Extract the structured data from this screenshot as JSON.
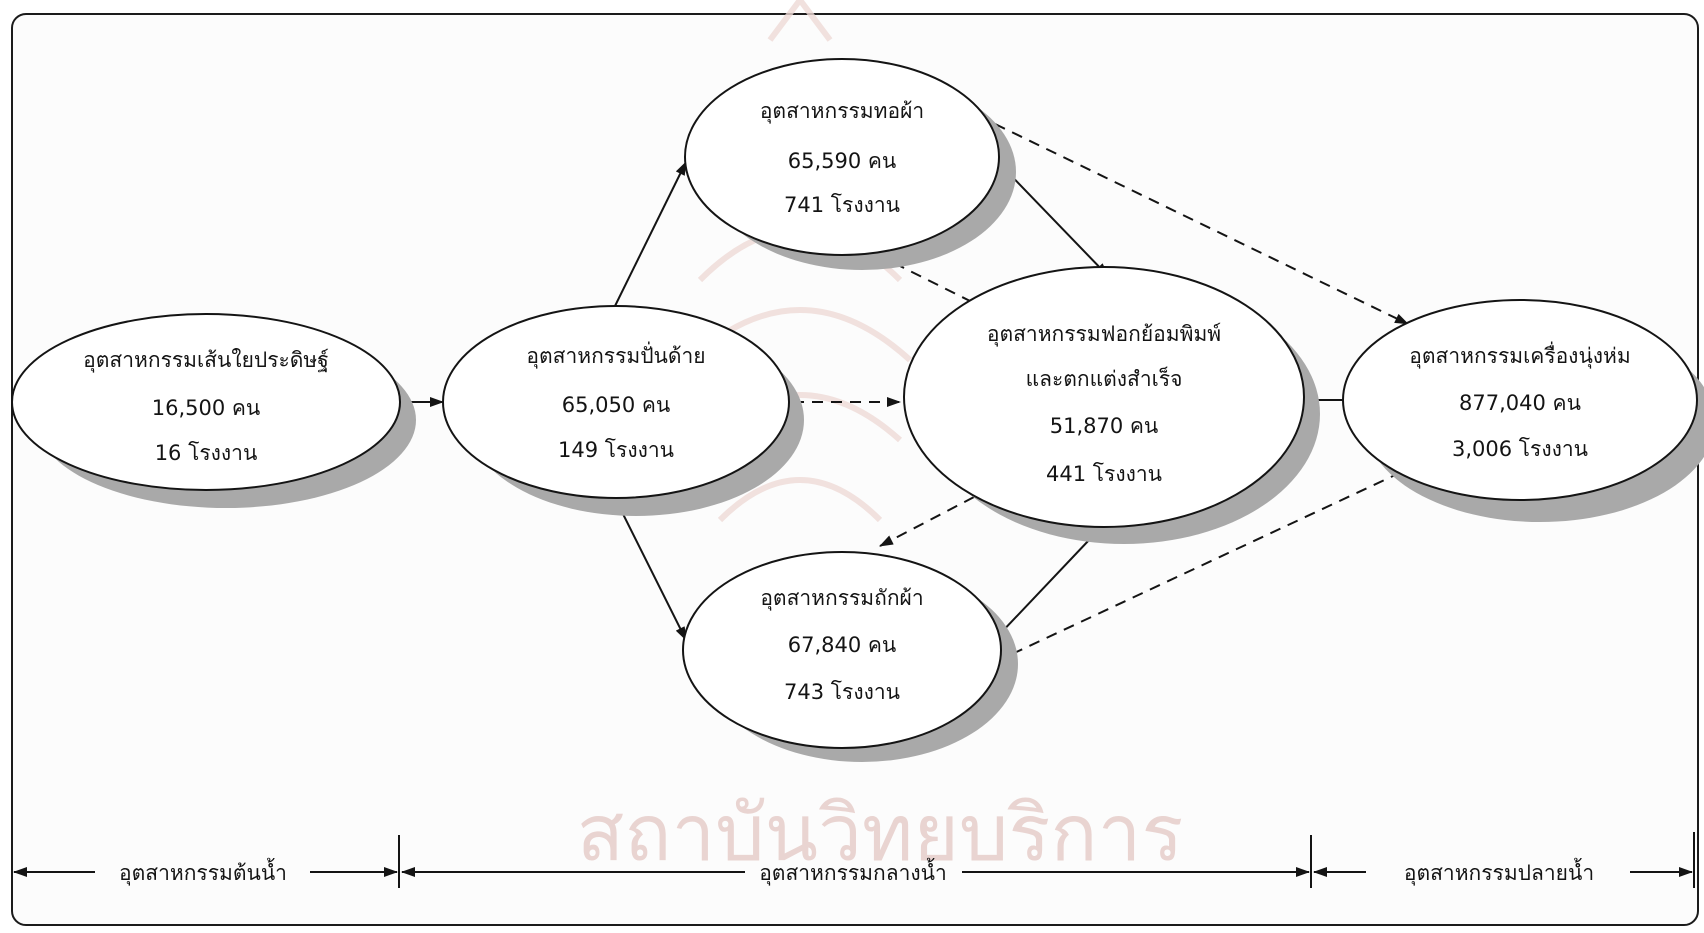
{
  "nodes": [
    {
      "id": "synthetic",
      "title": "อุตสาหกรรมเส้นใยประดิษฐ์",
      "title2": "",
      "workers": "16,500 คน",
      "factories": "16 โรงงาน"
    },
    {
      "id": "spinning",
      "title": "อุตสาหกรรมปั่นด้าย",
      "title2": "",
      "workers": "65,050 คน",
      "factories": "149 โรงงาน"
    },
    {
      "id": "weaving",
      "title": "อุตสาหกรรมทอผ้า",
      "title2": "",
      "workers": "65,590 คน",
      "factories": "741 โรงงาน"
    },
    {
      "id": "knitting",
      "title": "อุตสาหกรรมถักผ้า",
      "title2": "",
      "workers": "67,840 คน",
      "factories": "743 โรงงาน"
    },
    {
      "id": "dyeing",
      "title": "อุตสาหกรรมฟอกย้อมพิมพ์",
      "title2": "และตกแต่งสำเร็จ",
      "workers": "51,870 คน",
      "factories": "441 โรงงาน"
    },
    {
      "id": "garment",
      "title": "อุตสาหกรรมเครื่องนุ่งห่ม",
      "title2": "",
      "workers": "877,040 คน",
      "factories": "3,006 โรงงาน"
    }
  ],
  "stages": {
    "upstream": "อุตสาหกรรมต้นน้ำ",
    "midstream": "อุตสาหกรรมกลางน้ำ",
    "downstream": "อุตสาหกรรมปลายน้ำ"
  },
  "watermark": "สถาบันวิทยบริการ",
  "colors": {
    "line": "#141414",
    "shadow": "#a9a9a9",
    "watermark": "#e3c7c3"
  }
}
